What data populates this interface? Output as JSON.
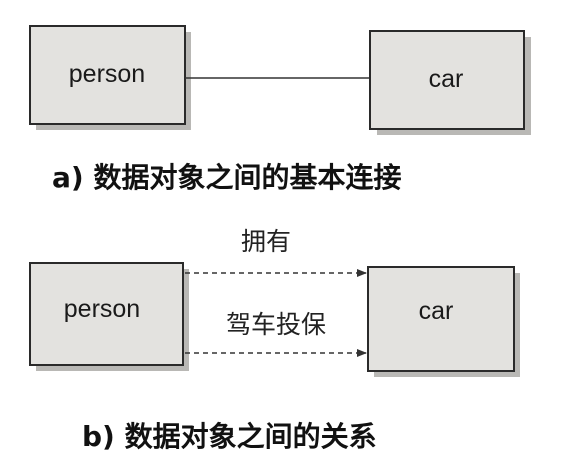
{
  "part_a": {
    "left_box": "person",
    "right_box": "car",
    "caption": "a) 数据对象之间的基本连接"
  },
  "part_b": {
    "left_box": "person",
    "right_box": "car",
    "edge_top": "拥有",
    "edge_bottom": "驾车投保",
    "caption": "b) 数据对象之间的关系"
  }
}
